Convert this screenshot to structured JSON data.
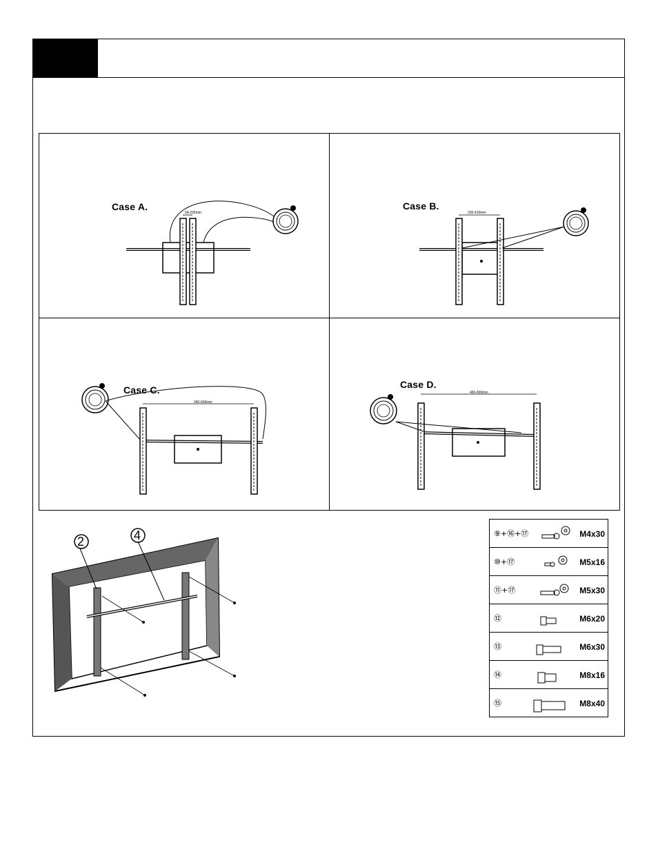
{
  "cases": [
    {
      "label": "Case A.",
      "dimension": "54-235mm"
    },
    {
      "label": "Case B.",
      "dimension": "230-410mm"
    },
    {
      "label": "Case C.",
      "dimension": "340-600mm"
    },
    {
      "label": "Case D.",
      "dimension": "460-800mm"
    }
  ],
  "callouts": [
    "2",
    "4"
  ],
  "hardware": [
    {
      "parts": "⑨+⑯+⑰",
      "size": "M4x30",
      "icon": "screw-washer-icon"
    },
    {
      "parts": "⑩+⑰",
      "size": "M5x16",
      "icon": "screw-washer-icon"
    },
    {
      "parts": "⑪+⑰",
      "size": "M5x30",
      "icon": "screw-washer-icon"
    },
    {
      "parts": "⑫",
      "size": "M6x20",
      "icon": "screw-icon"
    },
    {
      "parts": "⑬",
      "size": "M6x30",
      "icon": "screw-icon"
    },
    {
      "parts": "⑭",
      "size": "M8x16",
      "icon": "screw-icon"
    },
    {
      "parts": "⑮",
      "size": "M8x40",
      "icon": "screw-icon"
    }
  ]
}
